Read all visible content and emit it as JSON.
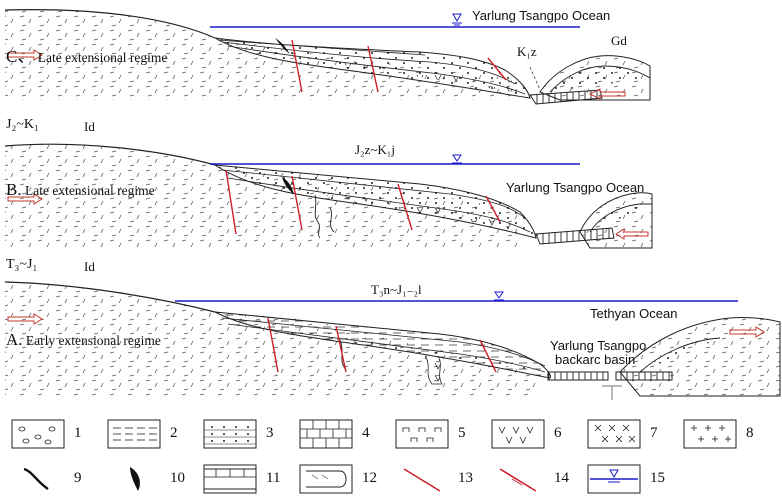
{
  "panels": {
    "C": {
      "letter": "C、",
      "regime": "Late extensional regime",
      "ocean": "Yarlung Tsangpo Ocean",
      "formation": "K₁z",
      "terrane": "Gd"
    },
    "B": {
      "age": "J₂~K₁",
      "terrane": "Id",
      "letter": "B.",
      "regime": "Late extensional regime",
      "formation": "J₂z~K₁j",
      "ocean": "Yarlung Tsangpo Ocean"
    },
    "A": {
      "age": "T₃~J₁",
      "terrane": "Id",
      "letter": "A.",
      "regime": "Early extensional regime",
      "formation": "T₃n~J₁₋₂l",
      "ocean": "Tethyan Ocean",
      "basin_line1": "Yarlung Tsangpo",
      "basin_line2": "backarc basin"
    }
  },
  "legend": {
    "items": [
      {
        "num": "1",
        "pattern": "conglomerate"
      },
      {
        "num": "2",
        "pattern": "dashed-lines"
      },
      {
        "num": "3",
        "pattern": "dotted-sandstone"
      },
      {
        "num": "4",
        "pattern": "brick-limestone"
      },
      {
        "num": "5",
        "pattern": "corner-marks"
      },
      {
        "num": "6",
        "pattern": "v-volcanic"
      },
      {
        "num": "7",
        "pattern": "x-marks"
      },
      {
        "num": "8",
        "pattern": "plus-marks"
      },
      {
        "num": "9",
        "pattern": "thin-curve"
      },
      {
        "num": "10",
        "pattern": "black-lens"
      },
      {
        "num": "11",
        "pattern": "hatched-slab"
      },
      {
        "num": "12",
        "pattern": "lens-slab"
      },
      {
        "num": "13",
        "pattern": "red-normal-fault"
      },
      {
        "num": "14",
        "pattern": "red-fault-arrow"
      },
      {
        "num": "15",
        "pattern": "sea-level"
      }
    ]
  },
  "colors": {
    "fault": "#d0202a",
    "sea": "#1a1acc",
    "arrow": "#c0392b",
    "line": "#222222"
  }
}
